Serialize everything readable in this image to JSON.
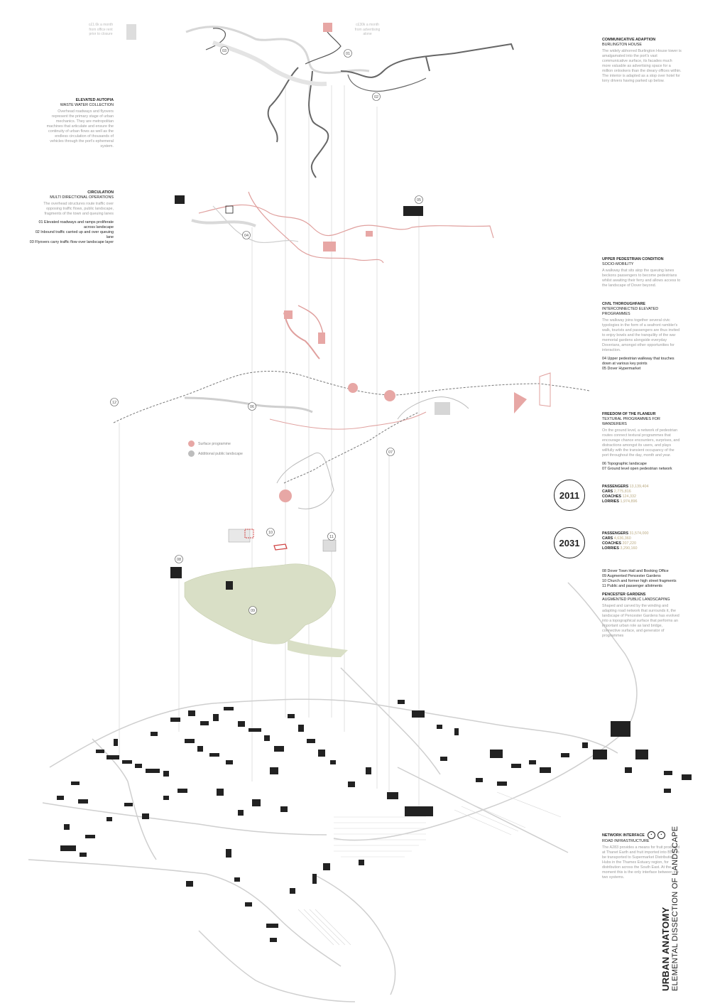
{
  "top_annotations": {
    "left": "c£1.6k a month\nfrom office rent\nprior to closure",
    "right": "c£30k a month\nfrom advertising\nalone"
  },
  "left_sections": [
    {
      "heading": "ELEVATED AUTOPIA",
      "subheading": "WASTE WATER COLLECTION",
      "description": "Overhead roadways and flyovers represent the primary stage of urban mechanics. They are metropolitan machines that articulate and ensure the continuity of urban flows as well as the endless circulation of thousands of vehicles through the port's ephemeral system.",
      "items": []
    },
    {
      "heading": "CIRCULATION",
      "subheading": "MULTI DIRECTIONAL OPERATIONS",
      "description": "The overhead structures route traffic over opposing traffic flows, public landscape, fragments of the town and queuing lanes",
      "items": [
        "01 Elevated roadways and ramps proliferate across landscape",
        "02 Inbound traffic carried up and over queuing lane",
        "03 Flyovers carry traffic flow over landscape layer"
      ]
    }
  ],
  "right_sections": [
    {
      "heading": "COMMUNICATIVE ADAPTION",
      "subheading": "BURLINGTON HOUSE",
      "description": "The widely abhorred Burlington House tower is amalgamated into the port's vast communicative surface, its facades much more valuable as advertising space for a million onlookers than the dreary offices within. The interior is adapted as a stop over hotel for lorry drivers having parked up below.",
      "items": []
    },
    {
      "heading": "UPPER PEDESTRIAN CONDITION",
      "subheading": "SOCIO-MOBILITY",
      "description": "A walkway that sits atop the queuing lanes beckons passengers to become pedestrians whilst awaiting their ferry and allows access to the landscape of Dover beyond.",
      "items": []
    },
    {
      "heading": "CIVIL THOROUGHFARE",
      "subheading": "INTERCONNECTED ELEVATED PROGRAMMES",
      "description": "The walkway joins together several civic typologies in the form of a seafront rambler's walk, tourists and passengers are thus invited to enjoy bowls and the tranquility of the war memorial gardens alongside everyday Doverians, amongst other opportunities for interaction.",
      "items": [
        "04 Upper pedestrian walkway that touches down at various key points",
        "05 Dover Hypermarket"
      ]
    },
    {
      "heading": "FREEDOM OF THE FLANEUR",
      "subheading": "TEXTURAL PROGRAMMES FOR WANDERERS",
      "description": "On the ground level, a network of pedestrian routes connect textural programmes that encourage chance encounters, surprises, and distractions amongst its users, and plays willfully with the transient occupancy of the port throughout the day, month and year.",
      "items": [
        "06 Topographic landscape",
        "07 Ground level open pedestrian network"
      ]
    },
    {
      "heading": "PENCESTER GARDENS",
      "subheading": "AUGMENTED PUBLIC LANDSCAPING",
      "description": "Shaped and carved by the winding and adapting road network that surrounds it, the landscape of Pencester Gardens has evolved into a topographical surface that performs an important urban role as land bridge, connective surface, and generator of programmes",
      "items_before": [
        "08 Dover Town Hall and Booking Office",
        "09 Augmented Pencester Gardens",
        "10 Church and former high street fragments",
        "11 Public and passenger allotments"
      ]
    },
    {
      "heading": "NETWORK INTERFACE",
      "subheading": "ROAD INFRASTRUCTURE",
      "description": "The A283 provides a means for fruit produced at Thanet Earth and fruit imported into B5R to be transported to Supermarket Distribution Hubs in the Thames Estuary region, for distribution across the South East. At the moment this is the only interface between the two systems.",
      "items": []
    }
  ],
  "legend": [
    {
      "label": "Surface programme",
      "color": "#e7a7a5"
    },
    {
      "label": "Additional public landscape",
      "color": "#bdbdbd"
    }
  ],
  "stats": [
    {
      "year": "2011",
      "rows": [
        {
          "key": "PASSENGERS",
          "value": "13,139,404"
        },
        {
          "key": "CARS",
          "value": "2,775,816"
        },
        {
          "key": "COACHES",
          "value": "124,332"
        },
        {
          "key": "LORRIES",
          "value": "1,974,896"
        }
      ]
    },
    {
      "year": "2031",
      "rows": [
        {
          "key": "PASSENGERS",
          "value": "31,574,000"
        },
        {
          "key": "CARS",
          "value": "4,636,360"
        },
        {
          "key": "COACHES",
          "value": "207,220"
        },
        {
          "key": "LORRIES",
          "value": "3,290,160"
        }
      ]
    }
  ],
  "markers": [
    "01",
    "02",
    "03",
    "04",
    "05",
    "06",
    "07",
    "08",
    "09",
    "10",
    "11",
    "12"
  ],
  "title": {
    "main": "URBAN ANATOMY",
    "sub": "ELEMENTAL DISSECTION OF LANDSCAPE"
  },
  "colors": {
    "pink": "#e7a7a5",
    "green": "#d9dfc6",
    "grey": "#bdbdbd",
    "dark": "#222222"
  }
}
